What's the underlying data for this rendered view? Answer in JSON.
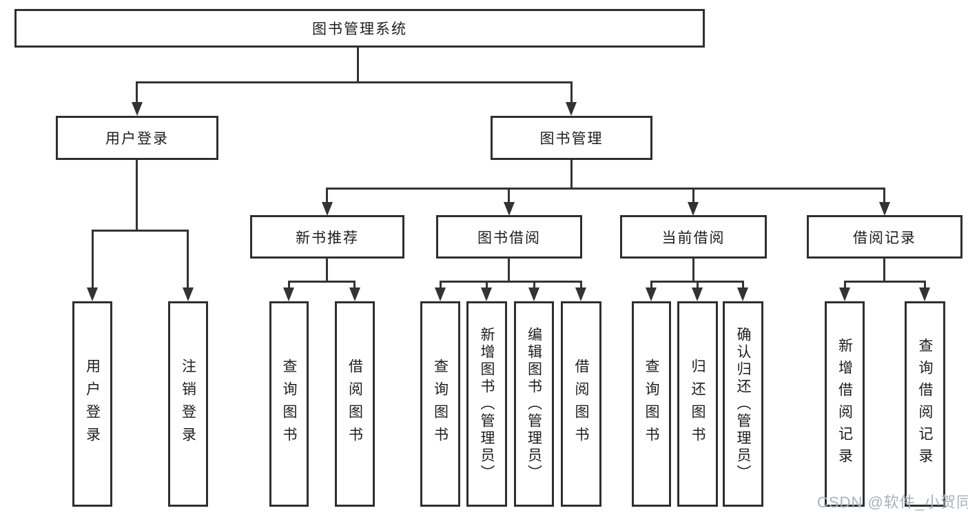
{
  "diagram_title": "图书管理系统",
  "colors": {
    "background": "#ffffff",
    "box_border": "#2f2f2f",
    "connector": "#333333",
    "text": "#1d1d1f",
    "watermark": "#a9b0ba"
  },
  "watermark": {
    "text": "CSDN @软件_小贺同学"
  },
  "tree": {
    "label": "图书管理系统",
    "children": [
      {
        "label": "用户登录",
        "children": [
          {
            "label": "用户登录"
          },
          {
            "label": "注销登录"
          }
        ]
      },
      {
        "label": "图书管理",
        "children": [
          {
            "label": "新书推荐",
            "children": [
              {
                "label": "查询图书"
              },
              {
                "label": "借阅图书"
              }
            ]
          },
          {
            "label": "图书借阅",
            "children": [
              {
                "label": "查询图书"
              },
              {
                "label": "新增图书（管理员）"
              },
              {
                "label": "编辑图书（管理员）"
              },
              {
                "label": "借阅图书"
              }
            ]
          },
          {
            "label": "当前借阅",
            "children": [
              {
                "label": "查询图书"
              },
              {
                "label": "归还图书"
              },
              {
                "label": "确认归还（管理员）"
              }
            ]
          },
          {
            "label": "借阅记录",
            "children": [
              {
                "label": "新增借阅记录"
              },
              {
                "label": "查询借阅记录"
              }
            ]
          }
        ]
      }
    ]
  }
}
